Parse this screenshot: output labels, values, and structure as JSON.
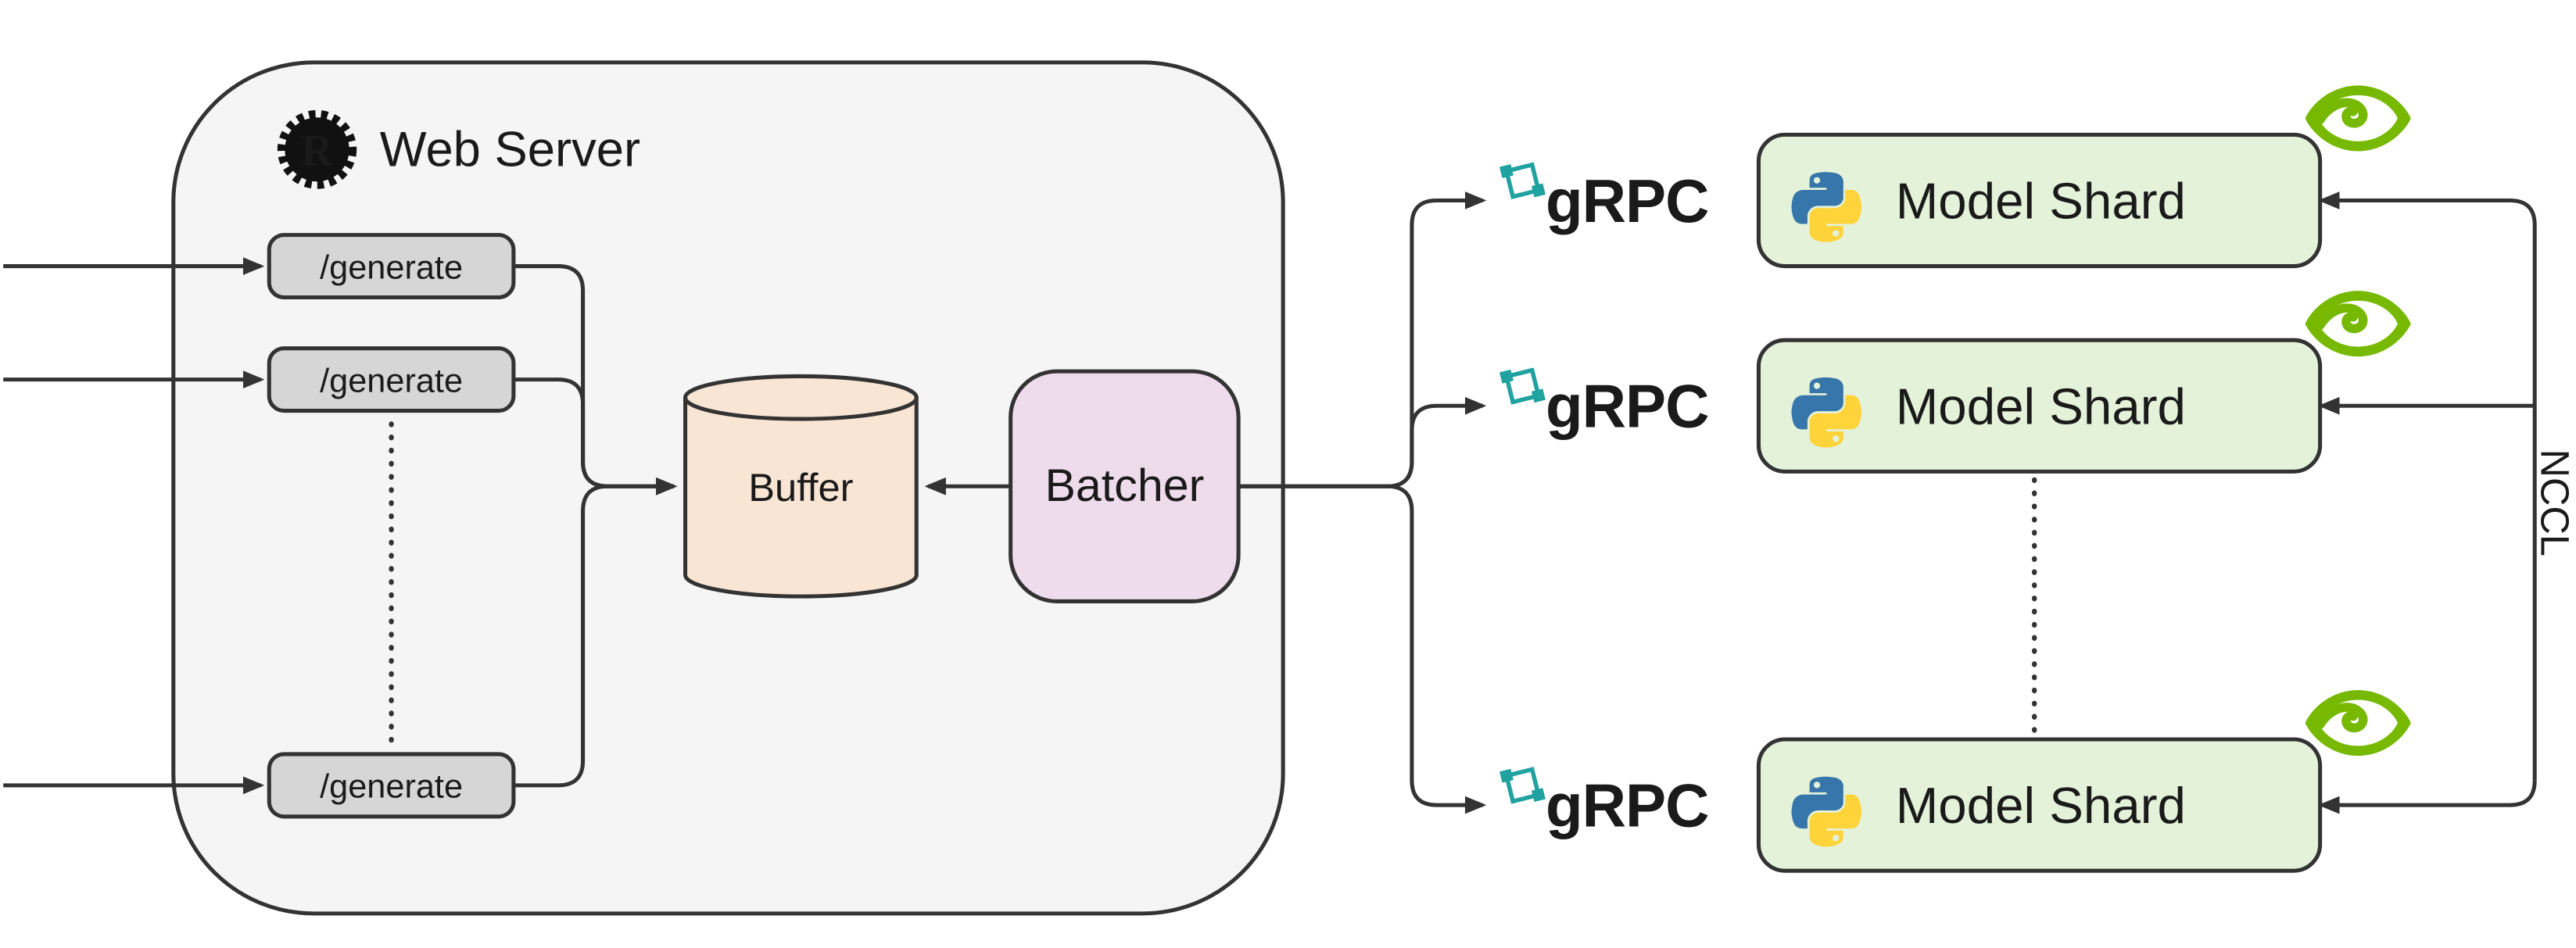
{
  "colors": {
    "line": "#333333",
    "web_server_fill": "#f5f5f5",
    "endpoint_fill": "#d6d6d6",
    "buffer_fill": "#f9e5d4",
    "batcher_fill": "#eedcec",
    "shard_fill": "#e4f2da",
    "grpc_text": "#3a6470",
    "grpc_icon": "#1fa2a0",
    "nvidia_green": "#76b900",
    "python_blue": "#3776ab",
    "python_yellow": "#ffd43b",
    "rust_black": "#111111"
  },
  "web_server": {
    "label": "Web Server",
    "rust_letter": "R",
    "endpoints": [
      "/generate",
      "/generate",
      "/generate"
    ],
    "buffer_label": "Buffer",
    "batcher_label": "Batcher"
  },
  "shards": {
    "grpc_label": "gRPC",
    "items": [
      {
        "label": "Model Shard"
      },
      {
        "label": "Model Shard"
      },
      {
        "label": "Model Shard"
      }
    ]
  },
  "interconnect": {
    "label": "NCCL"
  },
  "icons": {
    "rust": "rust-logo-icon",
    "python": "python-logo-icon",
    "nvidia": "nvidia-logo-icon",
    "grpc": "grpc-logo-icon",
    "arrowhead": "arrowhead-icon"
  }
}
